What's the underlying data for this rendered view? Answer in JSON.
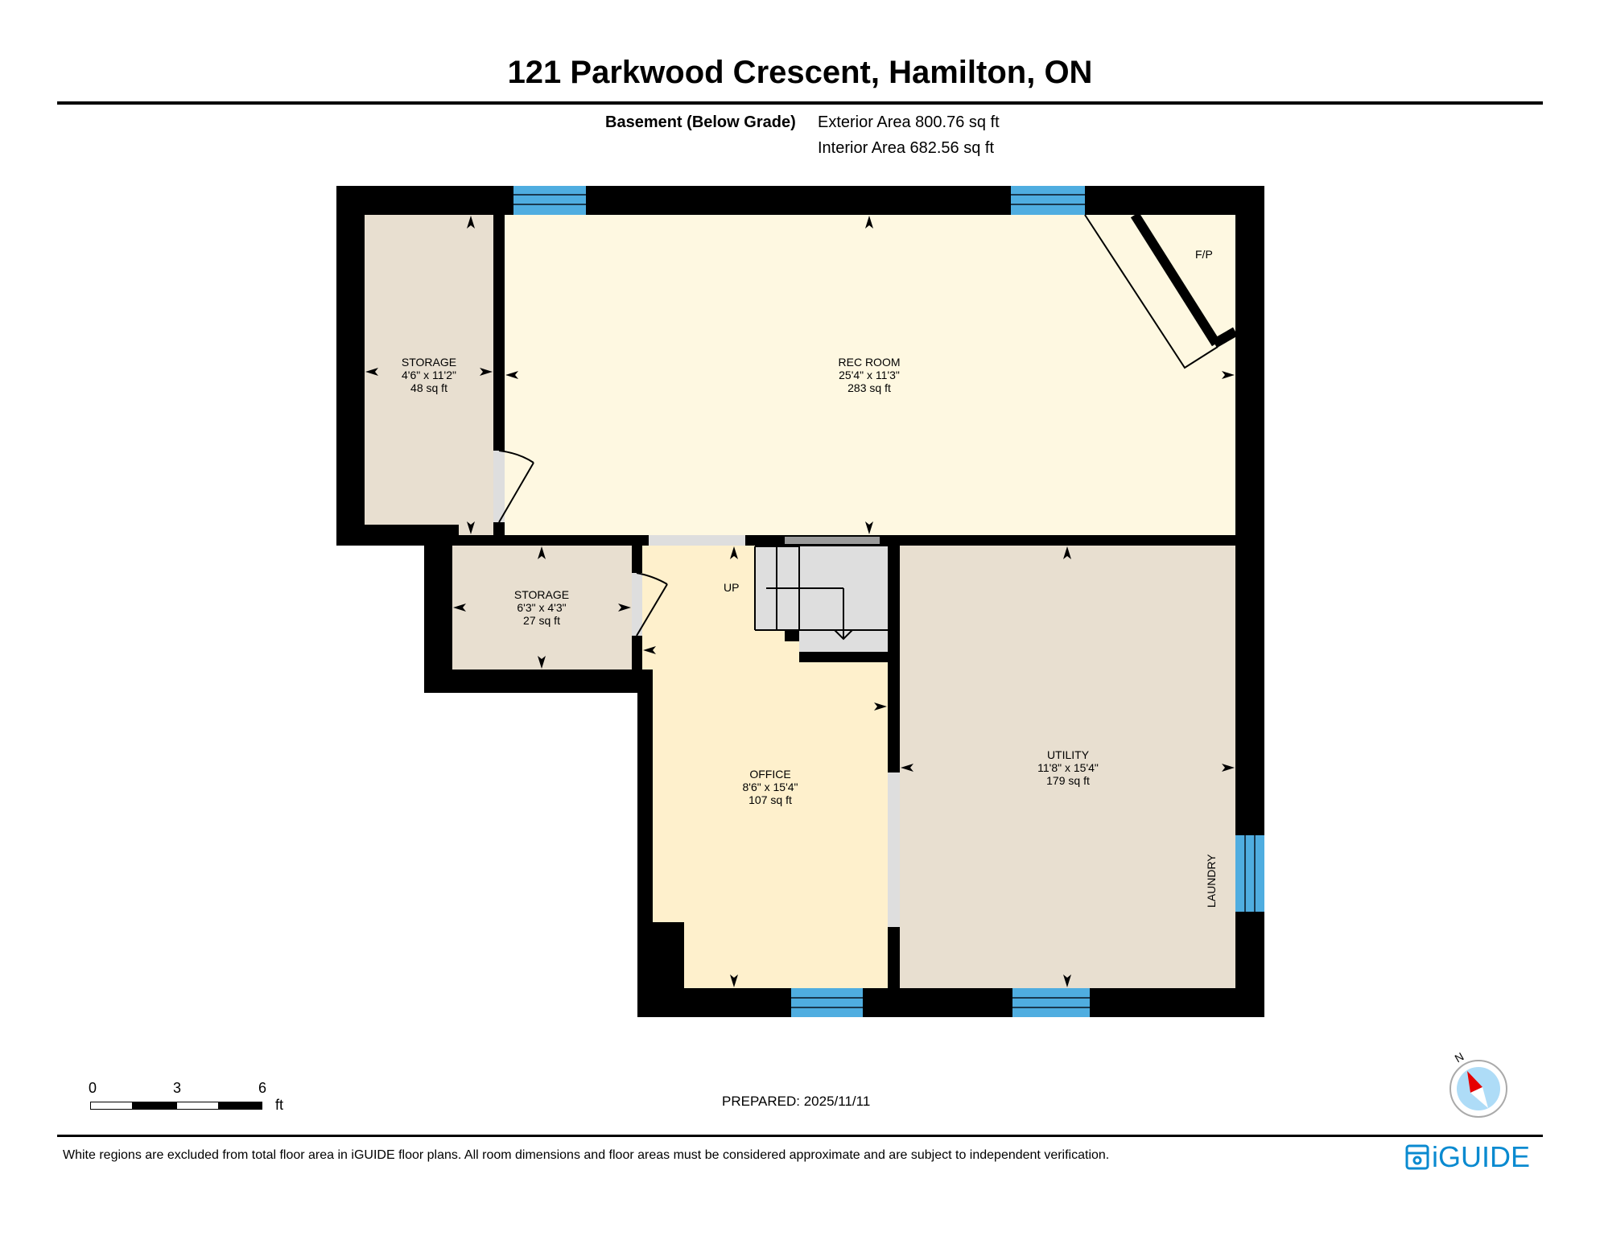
{
  "header": {
    "title": "121 Parkwood Crescent, Hamilton, ON",
    "floor_label": "Basement (Below Grade)",
    "exterior_area": "Exterior Area 800.76 sq ft",
    "interior_area": "Interior Area 682.56 sq ft"
  },
  "colors": {
    "wall": "#000000",
    "rec_room_fill": "#fef8e1",
    "storage_fill": "#e8dfd0",
    "office_fill": "#fef0cc",
    "utility_fill": "#e8dfd0",
    "window": "#4fade0",
    "opening": "#dedede",
    "compass_fill": "#aedcf7",
    "compass_needle": "#e60000",
    "brand": "#0a8ad0"
  },
  "rooms": [
    {
      "name": "STORAGE",
      "dims": "4'6\" x 11'2\"",
      "area": "48 sq ft"
    },
    {
      "name": "REC ROOM",
      "dims": "25'4\" x 11'3\"",
      "area": "283 sq ft"
    },
    {
      "name": "STORAGE",
      "dims": "6'3\" x 4'3\"",
      "area": "27 sq ft"
    },
    {
      "name": "OFFICE",
      "dims": "8'6\" x 15'4\"",
      "area": "107 sq ft"
    },
    {
      "name": "UTILITY",
      "dims": "11'8\" x 15'4\"",
      "area": "179 sq ft"
    }
  ],
  "annotations": {
    "fireplace": "F/P",
    "stairs": "UP",
    "laundry": "LAUNDRY"
  },
  "scale_bar": {
    "ticks": [
      "0",
      "3",
      "6"
    ],
    "unit": "ft"
  },
  "compass": {
    "north_label": "N"
  },
  "prepared": "PREPARED: 2025/11/11",
  "footer": {
    "disclaimer": "White regions are excluded from total floor area in iGUIDE floor plans. All room dimensions and floor areas must be considered approximate and are subject to independent verification.",
    "brand": "iGUIDE"
  }
}
